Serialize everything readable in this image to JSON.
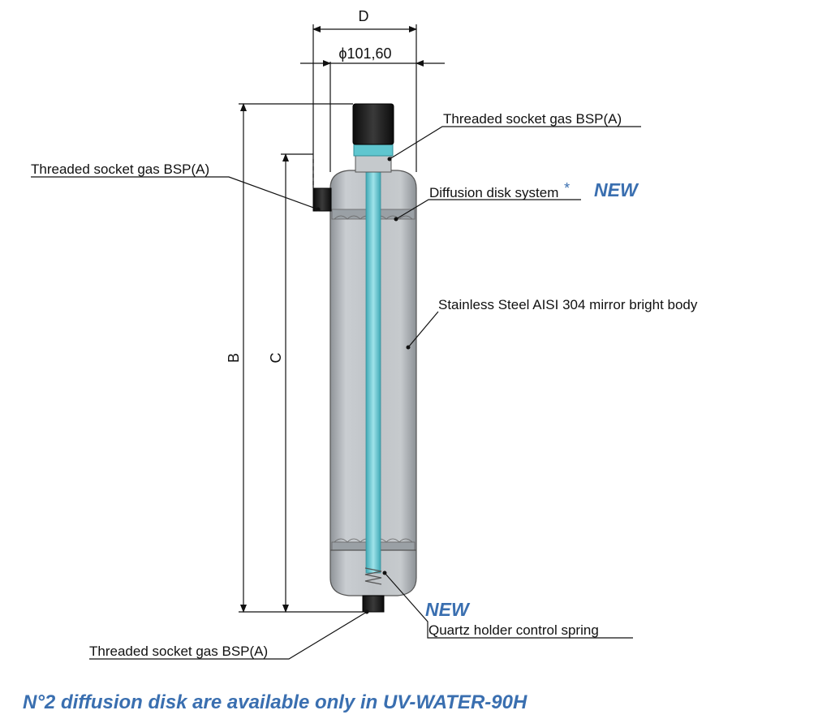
{
  "colors": {
    "accent": "#3a6fb0",
    "body": "#b8bcc0",
    "quartz": "#5fc6cf",
    "cap": "#1e1e1e"
  },
  "dimensions": {
    "top_label": "D",
    "diameter_label": "ϕ101,60",
    "left_outer_label": "B",
    "left_inner_label": "C"
  },
  "callouts": {
    "socket_top": "Threaded socket gas BSP(A)",
    "socket_side": "Threaded socket gas BSP(A)",
    "diffusion": "Diffusion disk system",
    "diffusion_mark": "*",
    "diffusion_new": "NEW",
    "body": "Stainless Steel AISI 304 mirror bright body",
    "spring_new": "NEW",
    "spring": "Quartz holder control spring",
    "socket_bottom": "Threaded socket gas BSP(A)"
  },
  "footnote": "N°2 diffusion disk are available only in UV-WATER-90H"
}
